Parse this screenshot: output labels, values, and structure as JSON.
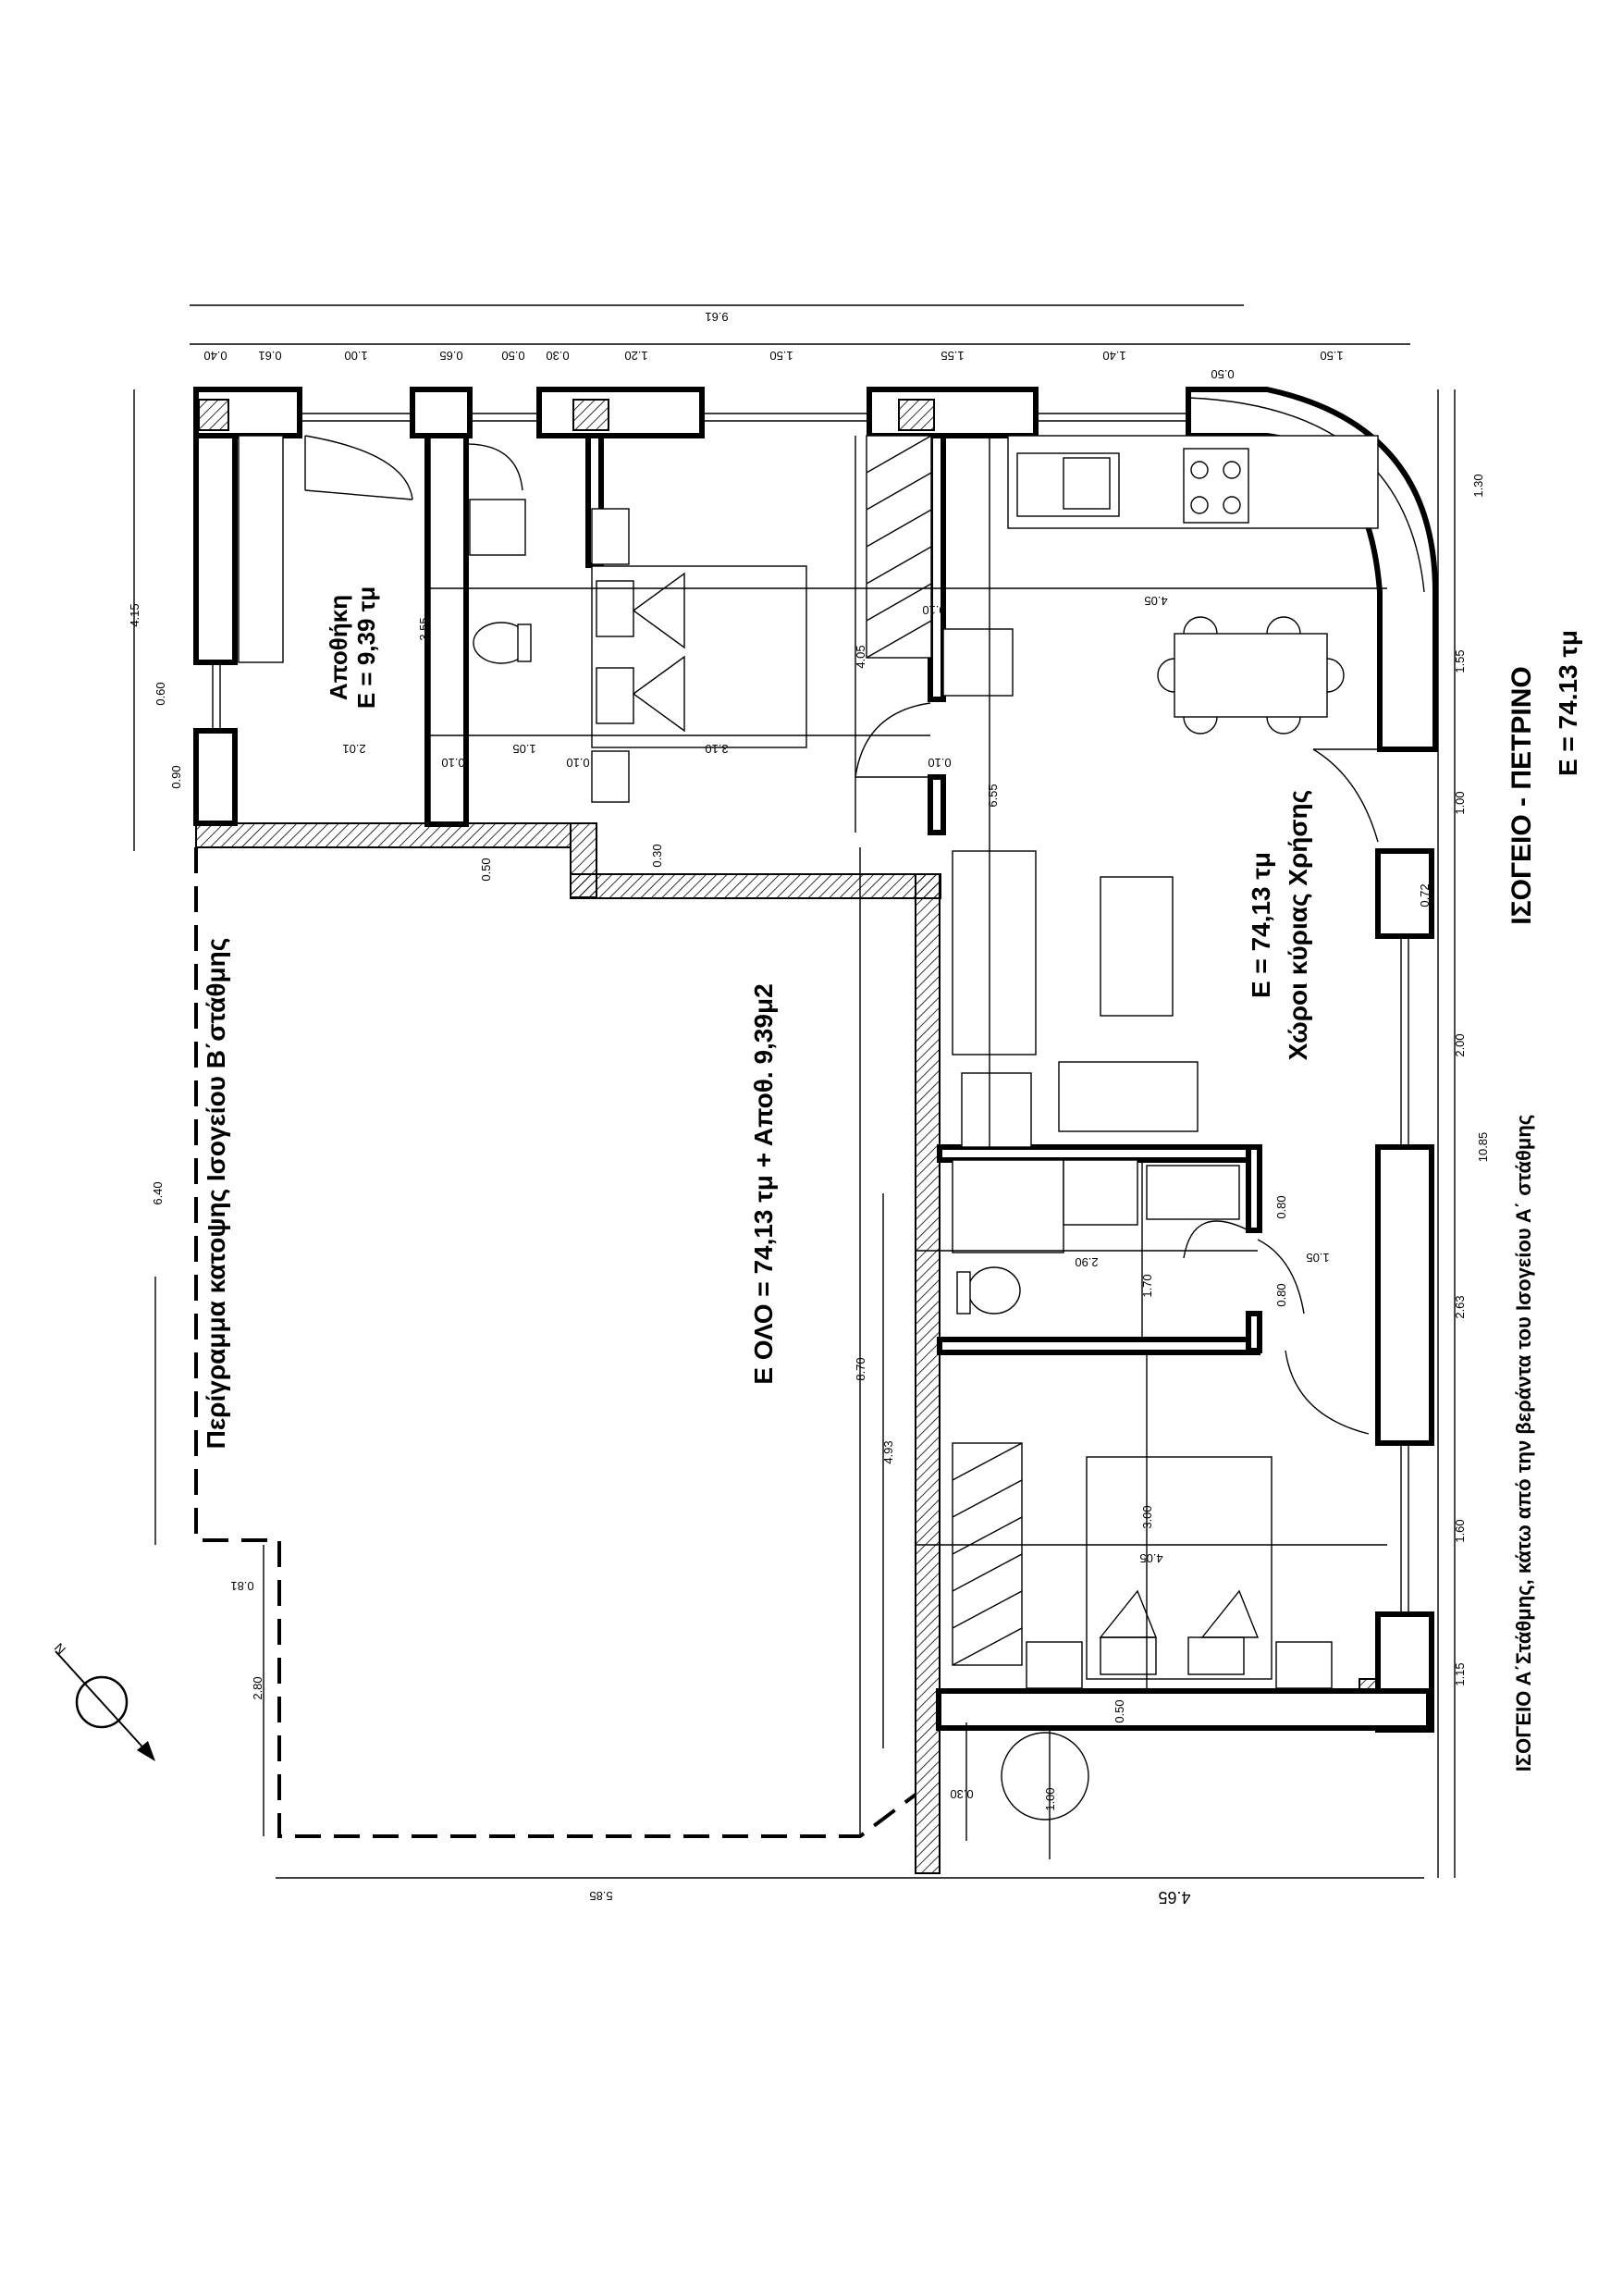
{
  "plan": {
    "title": "ΙΣΟΓΕΙΟ - ΠΕΤΡΙΝΟ",
    "area": "Ε = 74.13 τμ",
    "subtitle": "ΙΣΟΓΕΙΟ Α΄Στάθμης, κάτω από την βεράντα του Ισογείου Α΄ στάθμης",
    "outline_caption": "Περίγραμμα κατοψης Ισογείου Β΄στάθμης",
    "total_area": "Ε ΟΛΟ = 74,13 τμ + Αποθ. 9,39μ2",
    "main_area_line1": "Ε = 74,13 τμ",
    "main_area_line2": "Χώροι κύριας Χρήσης",
    "storage_line1": "Αποθήκη",
    "storage_line2": "Ε = 9,39 τμ",
    "north_label": "N"
  },
  "dimensions": {
    "top_total": "9.61",
    "top_chain": [
      "0.40",
      "0.61",
      "1.00",
      "0.65",
      "0.50",
      "0.30",
      "1.20",
      "1.50",
      "1.55",
      "1.40",
      "0.50",
      "1.50"
    ],
    "right_chain": [
      "1.30",
      "1.55",
      "1.00",
      "0.72",
      "2.00",
      "2.63",
      "1.60",
      "1.15"
    ],
    "right_total": "10.85",
    "left_chain": [
      "4.15",
      "0.60",
      "0.90"
    ],
    "left_lower": "6.40",
    "left_bottom": "2.80",
    "left_step": "0.81",
    "bottom_left": "5.85",
    "bottom_right": "4.65",
    "interior": {
      "d405a": "4.05",
      "d405b": "4.05",
      "d355": "3.55",
      "d405c": "4.05",
      "d655": "6.55",
      "d201": "2.01",
      "d105": "1.05",
      "d310": "3.10",
      "d010a": "0.10",
      "d010b": "0.10",
      "d010c": "0.10",
      "d010d": "0.10",
      "d050": "0.50",
      "d030": "0.30",
      "d290": "2.90",
      "d170": "1.70",
      "d870": "8.70",
      "d493": "4.93",
      "d300": "3.00",
      "d100": "1.00",
      "d030b": "0.30",
      "d080a": "0.80",
      "d080b": "0.80",
      "d105b": "1.05",
      "d050b": "0.50"
    }
  }
}
